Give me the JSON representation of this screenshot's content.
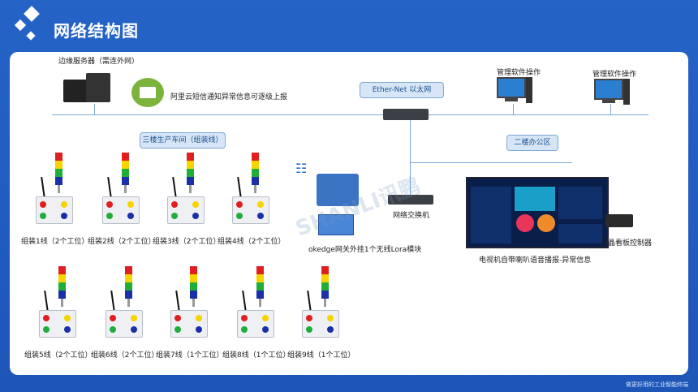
{
  "header": {
    "title": "网络结构图"
  },
  "footer": {
    "slogan": "做更好用的工业智能终端"
  },
  "watermark": "SHANLI讯鹏",
  "edge_server": {
    "label": "边缘服务器（需连外网）"
  },
  "sms": {
    "label": "阿里云短信通知异常信息可逐级上报"
  },
  "ethernet": {
    "label": "Ether-Net 以太网"
  },
  "pc1": {
    "label": "管理软件操作"
  },
  "pc2": {
    "label": "管理软件操作"
  },
  "workshop": {
    "label": "三楼生产车间（组装线）"
  },
  "office": {
    "label": "二楼办公区"
  },
  "gateway": {
    "label": "okedge网关外挂1个无线Lora模块"
  },
  "switch": {
    "label": "网络交换机"
  },
  "tv": {
    "label": "电视机自带喇叭语音播报-异常信息"
  },
  "lcd_controller": {
    "label": "液晶看板控制器"
  },
  "lines_row1": [
    "组装1线（2个工位）",
    "组装2线（2个工位）",
    "组装3线（2个工位）",
    "组装4线（2个工位）"
  ],
  "lines_row2": [
    "组装5线（2个工位）",
    "组装6线（2个工位）",
    "组装7线（1个工位）",
    "组装8线（1个工位）",
    "组装9线（1个工位）"
  ],
  "colors": {
    "brand": "#2563c7",
    "red": "#e02020",
    "yellow": "#f5d400",
    "green": "#1fae3a",
    "blue": "#1b2fa8"
  }
}
